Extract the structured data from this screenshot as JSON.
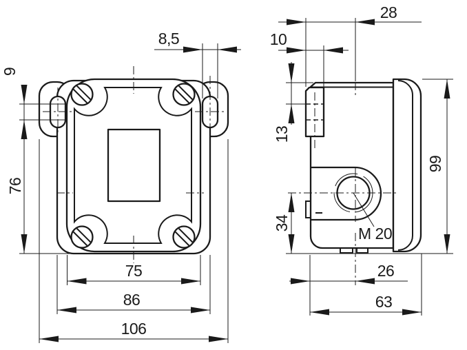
{
  "drawing": {
    "front_view": {
      "slot_width": "8,5",
      "slot_length": "9",
      "mount_height": "76",
      "lid_width": "75",
      "body_width": "86",
      "overall_width": "106"
    },
    "side_view": {
      "lug_to_axis": "28",
      "lug_depth": "10",
      "slot_offset": "13",
      "axis_height": "34",
      "overall_height": "99",
      "thread_label": "M 20",
      "axis_depth": "26",
      "overall_depth": "63"
    }
  }
}
